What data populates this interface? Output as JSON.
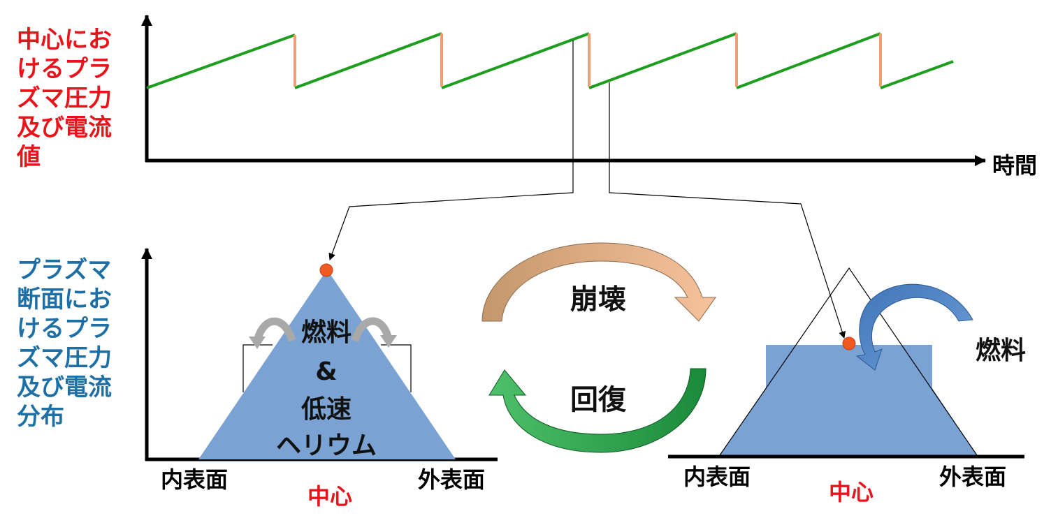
{
  "top_chart": {
    "ylabel_lines": [
      "中心にお",
      "けるプラ",
      "ズマ圧力",
      "及び電流",
      "値"
    ],
    "xlabel": "時間",
    "ylabel_color": "#e8141b",
    "rise_color": "#1e9e1e",
    "drop_color": "#f0a070"
  },
  "bottom_left": {
    "ylabel_lines": [
      "プラズマ",
      "断面にお",
      "けるプラ",
      "ズマ圧力",
      "及び電流",
      "分布"
    ],
    "ylabel_color": "#1d6fa5",
    "inner_text_lines": [
      "燃料",
      "&",
      "低速",
      "ヘリウム"
    ],
    "inner_surface": "内表面",
    "center": "中心",
    "outer_surface": "外表面",
    "fill_color": "#7aa3d4"
  },
  "cycle": {
    "collapse": "崩壊",
    "recovery": "回復"
  },
  "bottom_right": {
    "fuel": "燃料",
    "inner_surface": "内表面",
    "center": "中心",
    "outer_surface": "外表面"
  },
  "colors": {
    "marker": "#f05a22",
    "center_label": "#e8141b"
  }
}
